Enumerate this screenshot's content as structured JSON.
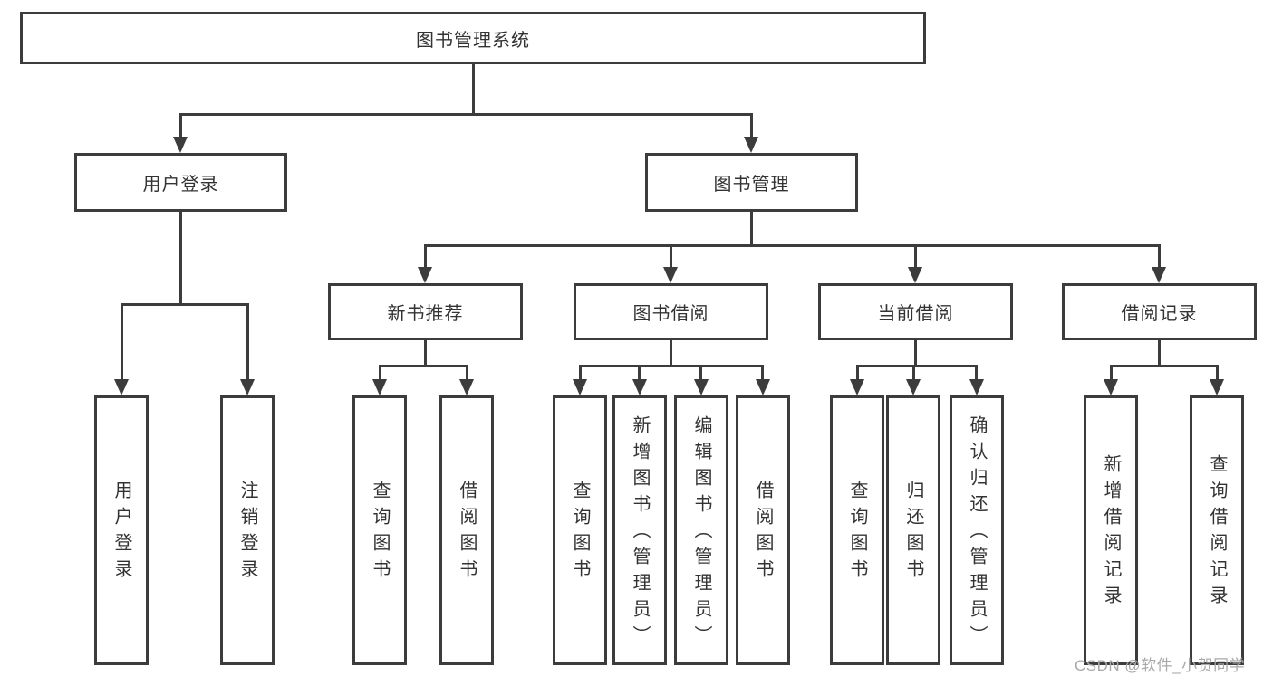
{
  "tree": {
    "root": "图书管理系统",
    "children": [
      {
        "label": "用户登录",
        "children": [
          "用户登录",
          "注销登录"
        ]
      },
      {
        "label": "图书管理",
        "children": [
          {
            "label": "新书推荐",
            "children": [
              "查询图书",
              "借阅图书"
            ]
          },
          {
            "label": "图书借阅",
            "children": [
              "查询图书",
              "新增图书（管理员）",
              "编辑图书（管理员）",
              "借阅图书"
            ]
          },
          {
            "label": "当前借阅",
            "children": [
              "查询图书",
              "归还图书",
              "确认归还（管理员）"
            ]
          },
          {
            "label": "借阅记录",
            "children": [
              "新增借阅记录",
              "查询借阅记录"
            ]
          }
        ]
      }
    ]
  },
  "watermark": {
    "text": "CSDN @软件_小贺同学"
  },
  "colors": {
    "line": "#3c3c3c",
    "text": "#333333",
    "background": "#ffffff",
    "watermark": "#a9a9a9"
  }
}
